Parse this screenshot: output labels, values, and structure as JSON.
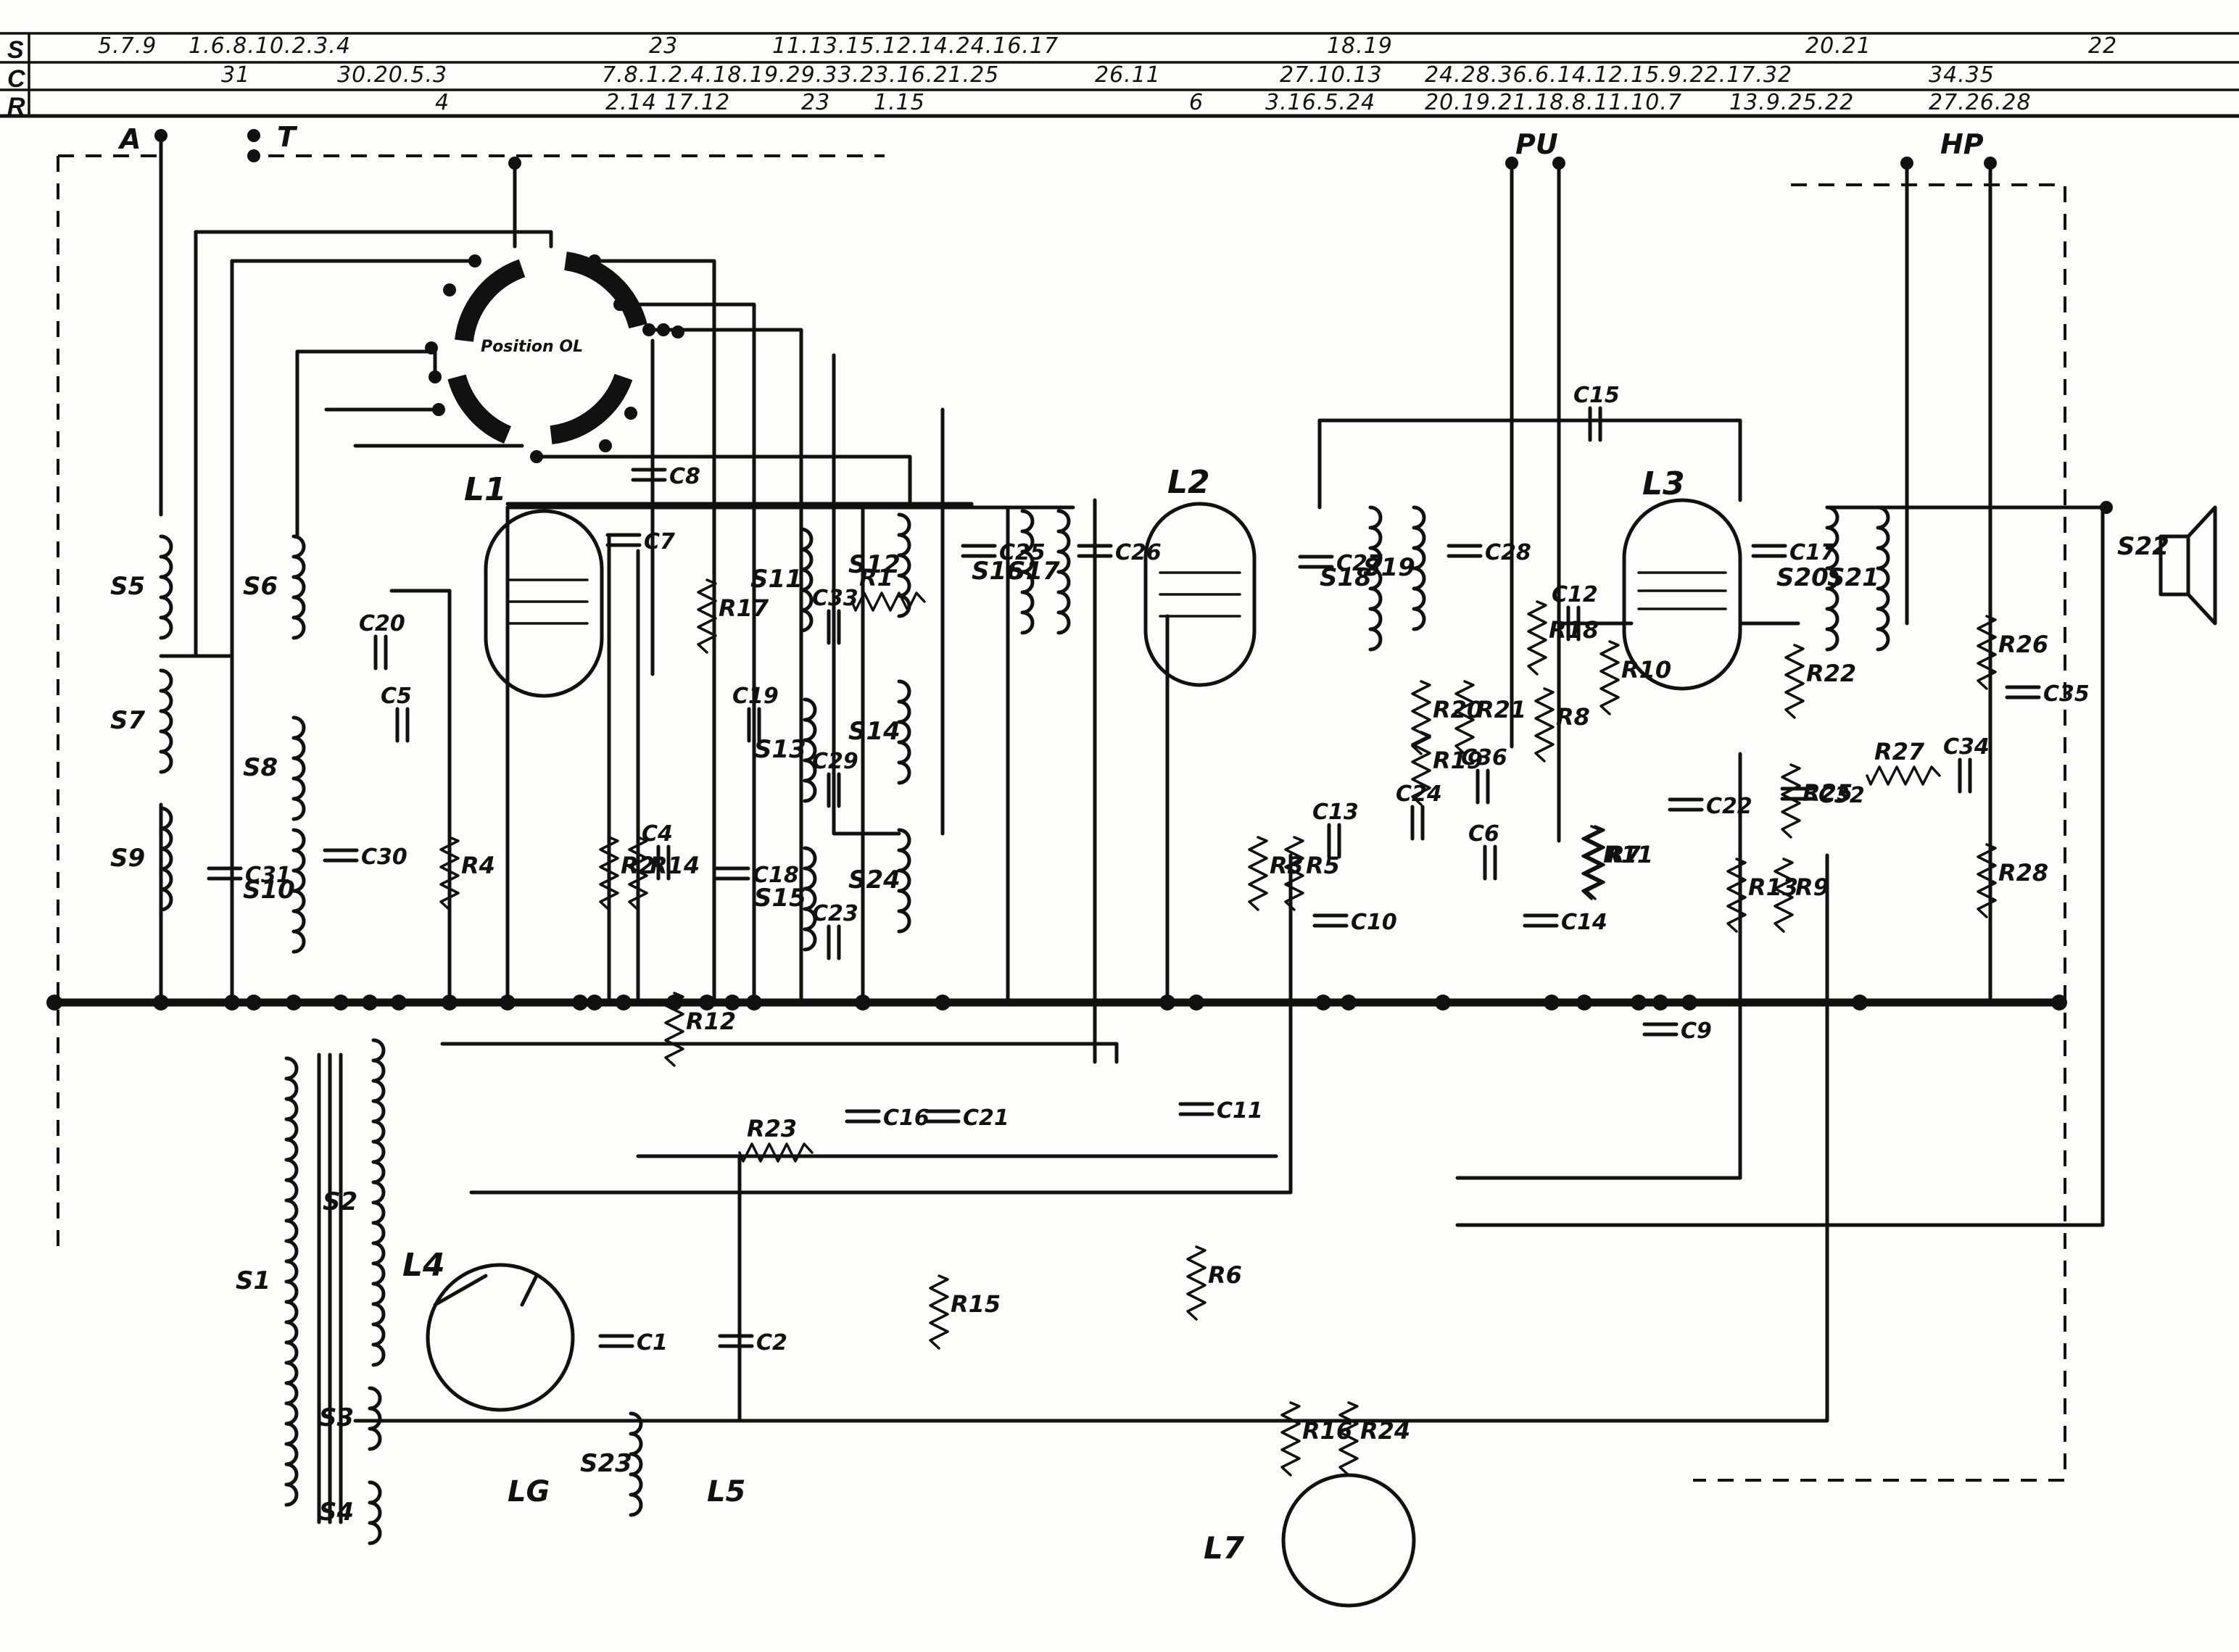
{
  "header": {
    "rows": [
      {
        "key": "S",
        "values": [
          "5.7.9",
          "1.6.8.10.2.3.4",
          "23",
          "11.13.15.12.14.24.16.17",
          "18.19",
          "20.21",
          "22"
        ]
      },
      {
        "key": "C",
        "values": [
          "31",
          "30.20.5.3",
          "7.8.1.2.4.18.19.29.33.23.16.21.25",
          "26.11",
          "27.10.13",
          "24.28.36.6.14.12.15.9.22.17.32",
          "34.35"
        ]
      },
      {
        "key": "R",
        "values": [
          "4",
          "2.14 17.12",
          "23",
          "1.15",
          "6",
          "3.16.5.24",
          "20.19.21.18.8.11.10.7",
          "13.9.25.22",
          "27.26.28"
        ]
      }
    ]
  },
  "terminals": {
    "antenna": "A",
    "earth": "T",
    "pickup": "PU",
    "speaker": "HP"
  },
  "switch": {
    "label": "Position OL"
  },
  "tubes": [
    "L1",
    "L2",
    "L3",
    "L4",
    "L7"
  ],
  "coils": [
    "S1",
    "S2",
    "S3",
    "S4",
    "S5",
    "S6",
    "S7",
    "S8",
    "S9",
    "S10",
    "S11",
    "S12",
    "S13",
    "S14",
    "S15",
    "S16",
    "S17",
    "S18",
    "S19",
    "S20",
    "S21",
    "S22",
    "S23",
    "S24"
  ],
  "capacitors": [
    "C1",
    "C2",
    "C4",
    "C5",
    "C6",
    "C7",
    "C8",
    "C9",
    "C10",
    "C11",
    "C12",
    "C13",
    "C14",
    "C15",
    "C16",
    "C17",
    "C18",
    "C19",
    "C20",
    "C21",
    "C22",
    "C23",
    "C24",
    "C25",
    "C26",
    "C27",
    "C28",
    "C29",
    "C30",
    "C31",
    "C32",
    "C33",
    "C34",
    "C35",
    "C36"
  ],
  "resistors": [
    "R1",
    "R2",
    "R3",
    "R4",
    "R5",
    "R6",
    "R7",
    "R8",
    "R9",
    "R10",
    "R11",
    "R12",
    "R13",
    "R14",
    "R15",
    "R16",
    "R17",
    "R18",
    "R19",
    "R20",
    "R21",
    "R22",
    "R23",
    "R24",
    "R25",
    "R26",
    "R27",
    "R28"
  ],
  "lamps": [
    "LG",
    "L5"
  ]
}
